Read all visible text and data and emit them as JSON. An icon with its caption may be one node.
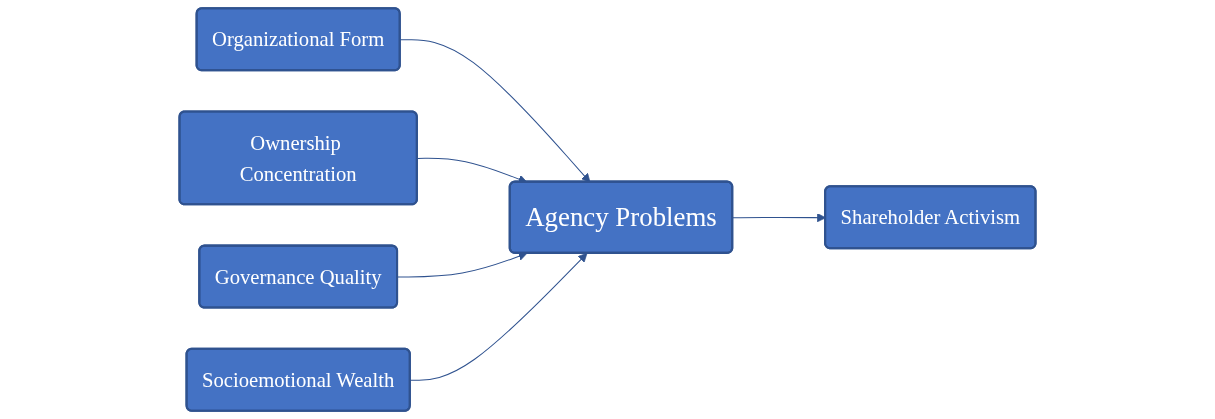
{
  "diagram": {
    "nodes": [
      {
        "text": [
          "Ownership Concentration"
        ]
      },
      {
        "text": [
          "Governance Quality"
        ]
      },
      {
        "text": [
          "Organizational Form"
        ]
      },
      {
        "text": [
          "Agency Problems"
        ]
      },
      {
        "text": [
          "Shareholder Activism"
        ]
      },
      {
        "text": [
          "Socioemotional Wealth"
        ]
      }
    ],
    "edges": [
      {
        "from": 2,
        "to": 3,
        "arrow": "to"
      },
      {
        "from": 0,
        "to": 3,
        "arrow": "to"
      },
      {
        "from": 1,
        "to": 3,
        "arrow": "to"
      },
      {
        "from": 5,
        "to": 3,
        "arrow": "to"
      },
      {
        "from": 3,
        "to": 4,
        "arrow": "to"
      }
    ]
  }
}
